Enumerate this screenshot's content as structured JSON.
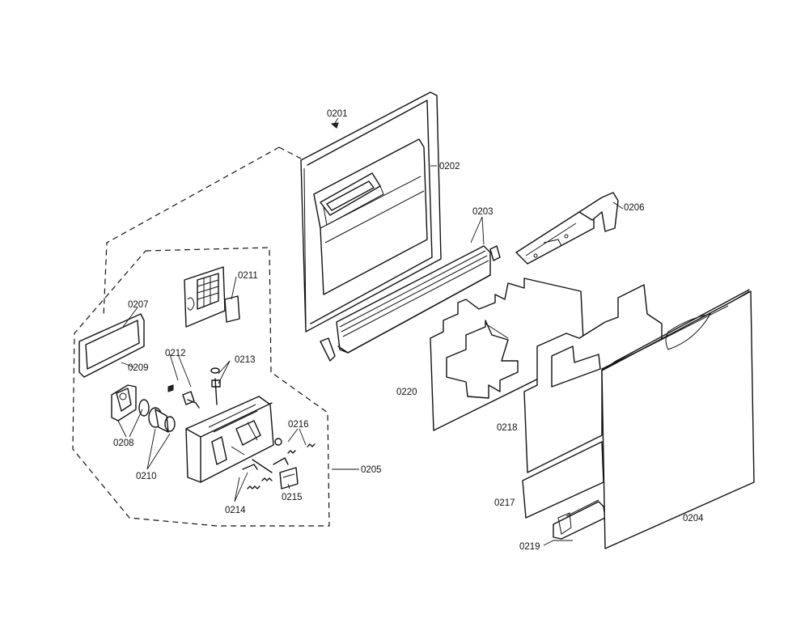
{
  "labels": {
    "p0201": "0201",
    "p0202": "0202",
    "p0203": "0203",
    "p0204": "0204",
    "p0205": "0205",
    "p0206": "0206",
    "p0207": "0207",
    "p0208": "0208",
    "p0209": "0209",
    "p0210": "0210",
    "p0211": "0211",
    "p0212": "0212",
    "p0213": "0213",
    "p0214": "0214",
    "p0215": "0215",
    "p0216": "0216",
    "p0217": "0217",
    "p0218": "0218",
    "p0219": "0219",
    "p0220": "0220"
  }
}
